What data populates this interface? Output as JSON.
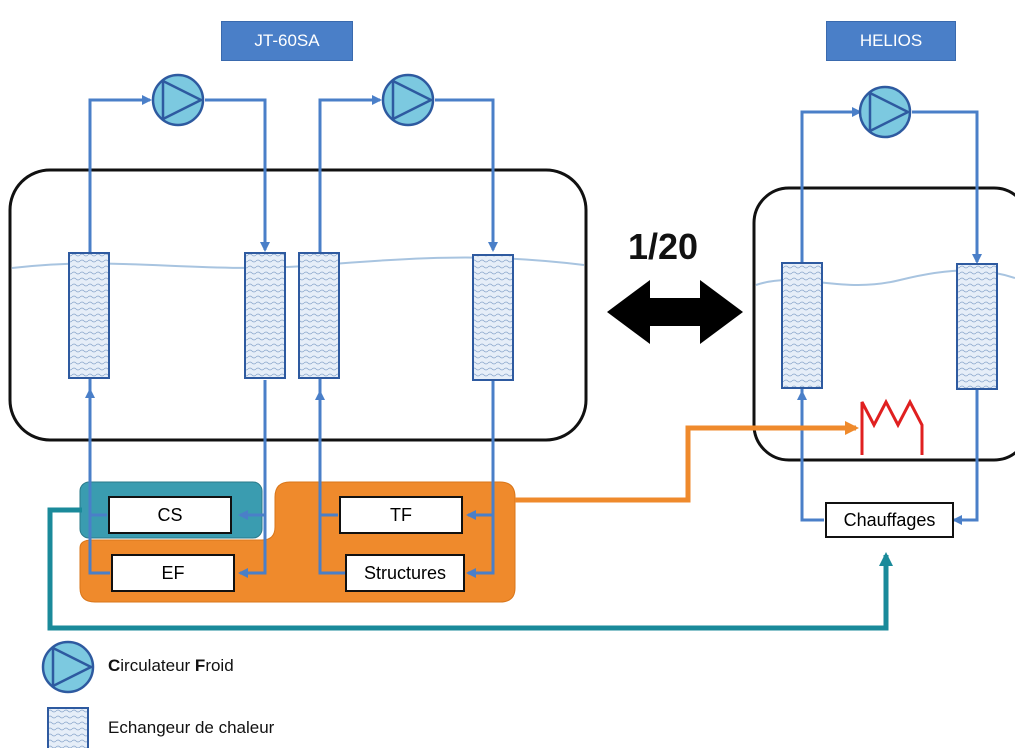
{
  "title_left": "JT-60SA",
  "title_right": "HELIOS",
  "ratio": "1/20",
  "boxes": {
    "cs": "CS",
    "ef": "EF",
    "tf": "TF",
    "structures": "Structures",
    "chauffages": "Chauffages"
  },
  "legend": {
    "pump_prefix_1": "C",
    "pump_rest_1": "irculateur ",
    "pump_prefix_2": "F",
    "pump_rest_2": "roid",
    "exchanger": "Echangeur de chaleur"
  },
  "colors": {
    "pipe_blue": "#4a7fc8",
    "orange": "#ef8a2c",
    "teal": "#1a8a9a",
    "cs_group": "#3a9cb0",
    "pump_fill": "#7cc9e0",
    "heater_red": "#e02020",
    "bath_line": "#a8c4e0"
  }
}
